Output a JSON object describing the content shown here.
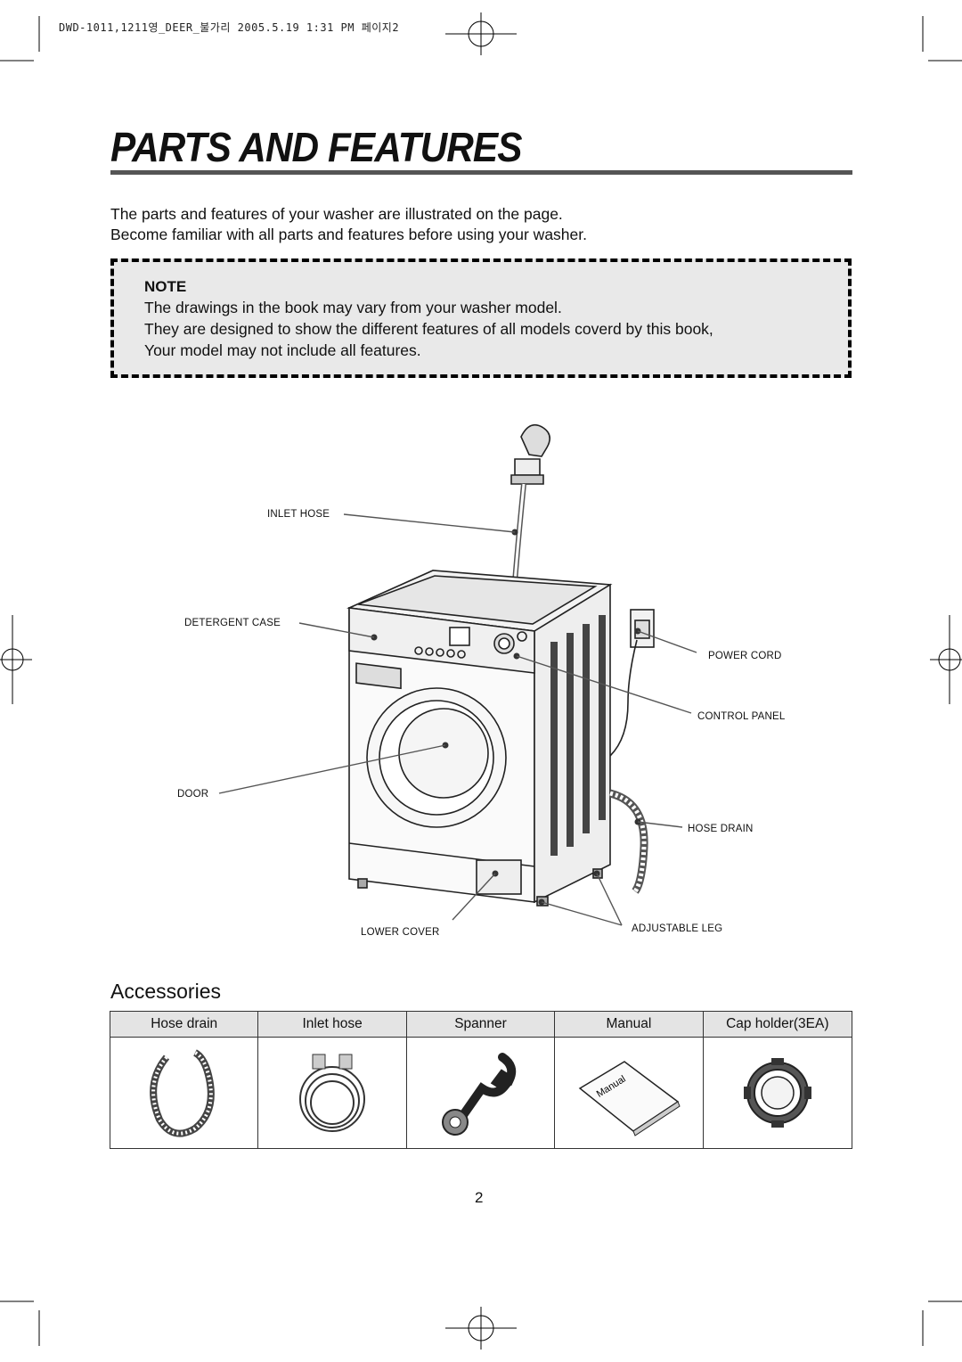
{
  "header": {
    "print_info": "DWD-1011,1211영_DEER_불가리 2005.5.19 1:31 PM 페이지2"
  },
  "page": {
    "title": "PARTS AND FEATURES",
    "intro_line1": "The parts and features of your washer are illustrated on the page.",
    "intro_line2": "Become familiar with all parts and features before using your washer.",
    "page_number": "2"
  },
  "note": {
    "title": "NOTE",
    "line1": "The drawings in the book may vary from your washer model.",
    "line2": "They are designed to show the different features of all models coverd by this book,",
    "line3": "Your model may not include all features."
  },
  "diagram": {
    "labels": {
      "inlet_hose": "INLET HOSE",
      "detergent_case": "DETERGENT CASE",
      "power_cord": "POWER CORD",
      "control_panel": "CONTROL PANEL",
      "door": "DOOR",
      "hose_drain": "HOSE DRAIN",
      "lower_cover": "LOWER COVER",
      "adjustable_leg": "ADJUSTABLE LEG"
    }
  },
  "accessories": {
    "title": "Accessories",
    "items": [
      "Hose drain",
      "Inlet hose",
      "Spanner",
      "Manual",
      "Cap holder(3EA)"
    ],
    "manual_cover_text": "Manual"
  }
}
